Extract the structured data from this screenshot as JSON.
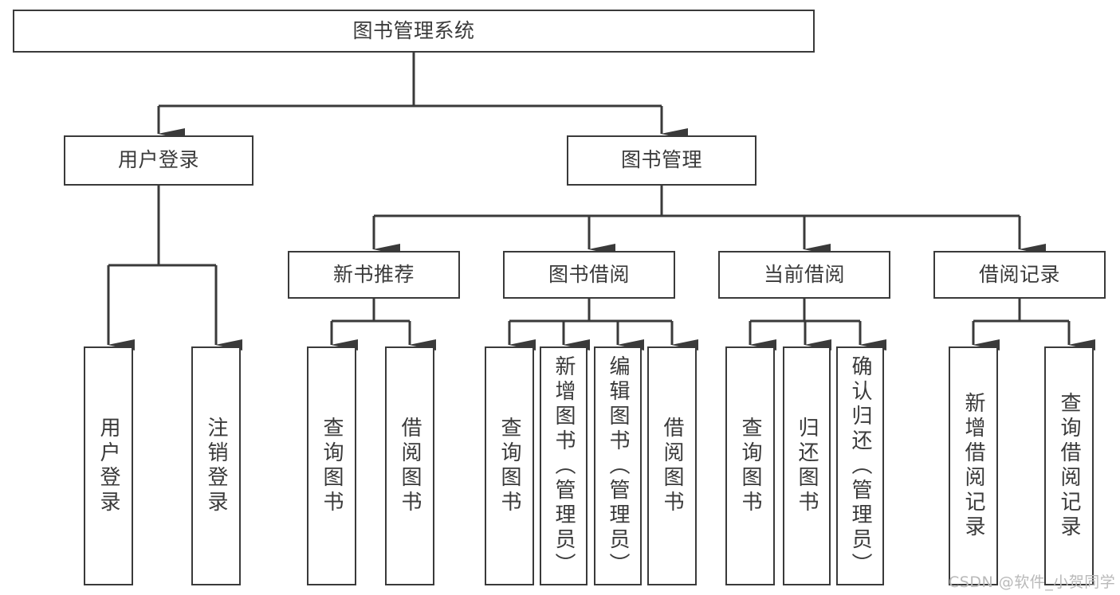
{
  "diagram": {
    "title": "图书管理系统",
    "type": "tree",
    "orientation": "top-down",
    "colors": {
      "stroke": "#3a3a3a",
      "fill": "#ffffff",
      "text": "#3a3a3a",
      "background": "#ffffff",
      "watermark": "#b9b9b9"
    }
  },
  "root": {
    "label": "图书管理系统"
  },
  "level2": [
    {
      "label": "用户登录"
    },
    {
      "label": "图书管理"
    }
  ],
  "level3": [
    {
      "label": "新书推荐"
    },
    {
      "label": "图书借阅"
    },
    {
      "label": "当前借阅"
    },
    {
      "label": "借阅记录"
    }
  ],
  "leaves": {
    "user_login": [
      {
        "label": "用户登录"
      },
      {
        "label": "注销登录"
      }
    ],
    "new_book_recommend": [
      {
        "label": "查询图书"
      },
      {
        "label": "借阅图书"
      }
    ],
    "book_borrow": [
      {
        "label": "查询图书"
      },
      {
        "label": "新增图书（管理员）"
      },
      {
        "label": "编辑图书（管理员）"
      },
      {
        "label": "借阅图书"
      }
    ],
    "current_borrow": [
      {
        "label": "查询图书"
      },
      {
        "label": "归还图书"
      },
      {
        "label": "确认归还（管理员）"
      }
    ],
    "borrow_record": [
      {
        "label": "新增借阅记录"
      },
      {
        "label": "查询借阅记录"
      }
    ]
  },
  "watermark": {
    "text": "CSDN @软件_小贺同学"
  }
}
